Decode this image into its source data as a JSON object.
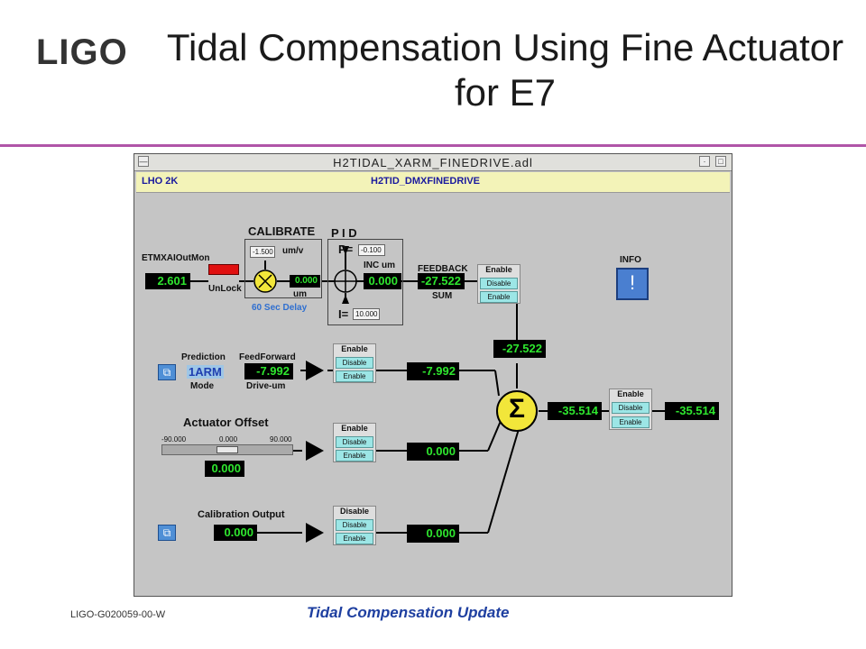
{
  "slide": {
    "logo": "LIGO",
    "title": "Tidal Compensation Using Fine Actuator for E7",
    "footer_id": "LIGO-G020059-00-W",
    "footer_title": "Tidal Compensation Update"
  },
  "window": {
    "title": "H2TIDAL_XARM_FINEDRIVE.adl",
    "site": "LHO 2K",
    "channel": "H2TID_DMXFINEDRIVE"
  },
  "calibrate": {
    "heading": "CALIBRATE",
    "gain": "-1.500",
    "gain_unit": "um/v",
    "output": "0.000",
    "output_unit": "um",
    "delay_note": "60 Sec Delay"
  },
  "etmx": {
    "label": "ETMXAIOutMon",
    "value": "2.601",
    "unlock_label": "UnLock"
  },
  "pid": {
    "heading": "P I D",
    "p_label": "P=",
    "p_value": "-0.100",
    "i_label": "I=",
    "i_value": "10.000",
    "inc_label": "INC um",
    "inc_value": "0.000"
  },
  "feedback": {
    "label": "FEEDBACK",
    "value": "-27.522",
    "sum_label": "SUM",
    "sum_value": "-27.522"
  },
  "info": {
    "label": "INFO",
    "icon": "!"
  },
  "prediction": {
    "label": "Prediction",
    "mode_value": "1ARM",
    "mode_label": "Mode",
    "ff_label": "FeedForward",
    "ff_value": "-7.992",
    "ff_unit": "Drive-um",
    "out_value": "-7.992"
  },
  "offset": {
    "label": "Actuator Offset",
    "min": "-90.000",
    "mid": "0.000",
    "max": "90.000",
    "value": "0.000",
    "out_value": "0.000",
    "slider_level": 0.5
  },
  "calout": {
    "label": "Calibration Output",
    "value": "0.000",
    "out_value": "0.000"
  },
  "summation": {
    "symbol": "Σ",
    "value": "-35.514",
    "final_value": "-35.514"
  },
  "switches": {
    "feedback": {
      "title": "Enable",
      "disable": "Disable",
      "enable": "Enable"
    },
    "prediction": {
      "title": "Enable",
      "disable": "Disable",
      "enable": "Enable"
    },
    "offset": {
      "title": "Enable",
      "disable": "Disable",
      "enable": "Enable"
    },
    "calout": {
      "title": "Disable",
      "disable": "Disable",
      "enable": "Enable"
    },
    "final": {
      "title": "Enable",
      "disable": "Disable",
      "enable": "Enable"
    }
  },
  "colors": {
    "readout_bg": "#000000",
    "readout_fg": "#2ee62e",
    "header_bg": "#f3f3b8",
    "button_cyan": "#9ce6e6",
    "sum_yellow": "#f2e63a",
    "accent_rule": "#b055a8"
  }
}
